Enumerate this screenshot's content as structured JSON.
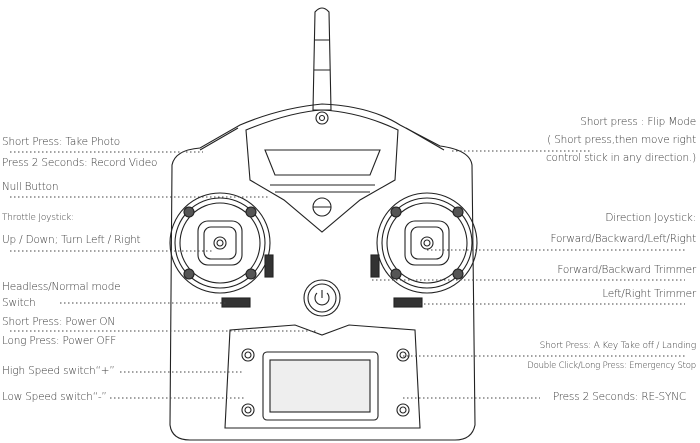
{
  "left_labels": {
    "photo_short": "Short Press: Take Photo",
    "photo_long": "Press 2 Seconds: Record Video",
    "null_button": "Null Button",
    "throttle_title": "Throttle Joystick:",
    "throttle_desc": "Up / Down; Turn  Left / Right",
    "headless_1": "Headless/Normal mode",
    "headless_2": "Switch",
    "power_on": "Short Press: Power ON",
    "power_off": "Long Press: Power OFF",
    "high_speed": "High Speed switch“+”",
    "low_speed": "Low Speed switch“-”"
  },
  "right_labels": {
    "flip_1": "Short press : Flip Mode",
    "flip_2": "( Short press,then move right",
    "flip_3": "control stick in any direction.)",
    "direction_title": "Direction Joystick:",
    "direction_desc": "Forward/Backward/Left/Right",
    "fb_trimmer": "Forward/Backward Trimmer",
    "lr_trimmer": "Left/Right Trimmer",
    "takeoff": "Short Press: A Key Take off / Landing",
    "emergency": "Double Click/Long Press: Emergency Stop",
    "resync": "Press 2 Seconds: RE-SYNC"
  },
  "colors": {
    "line": "#222222",
    "text": "#3a3a3a"
  }
}
